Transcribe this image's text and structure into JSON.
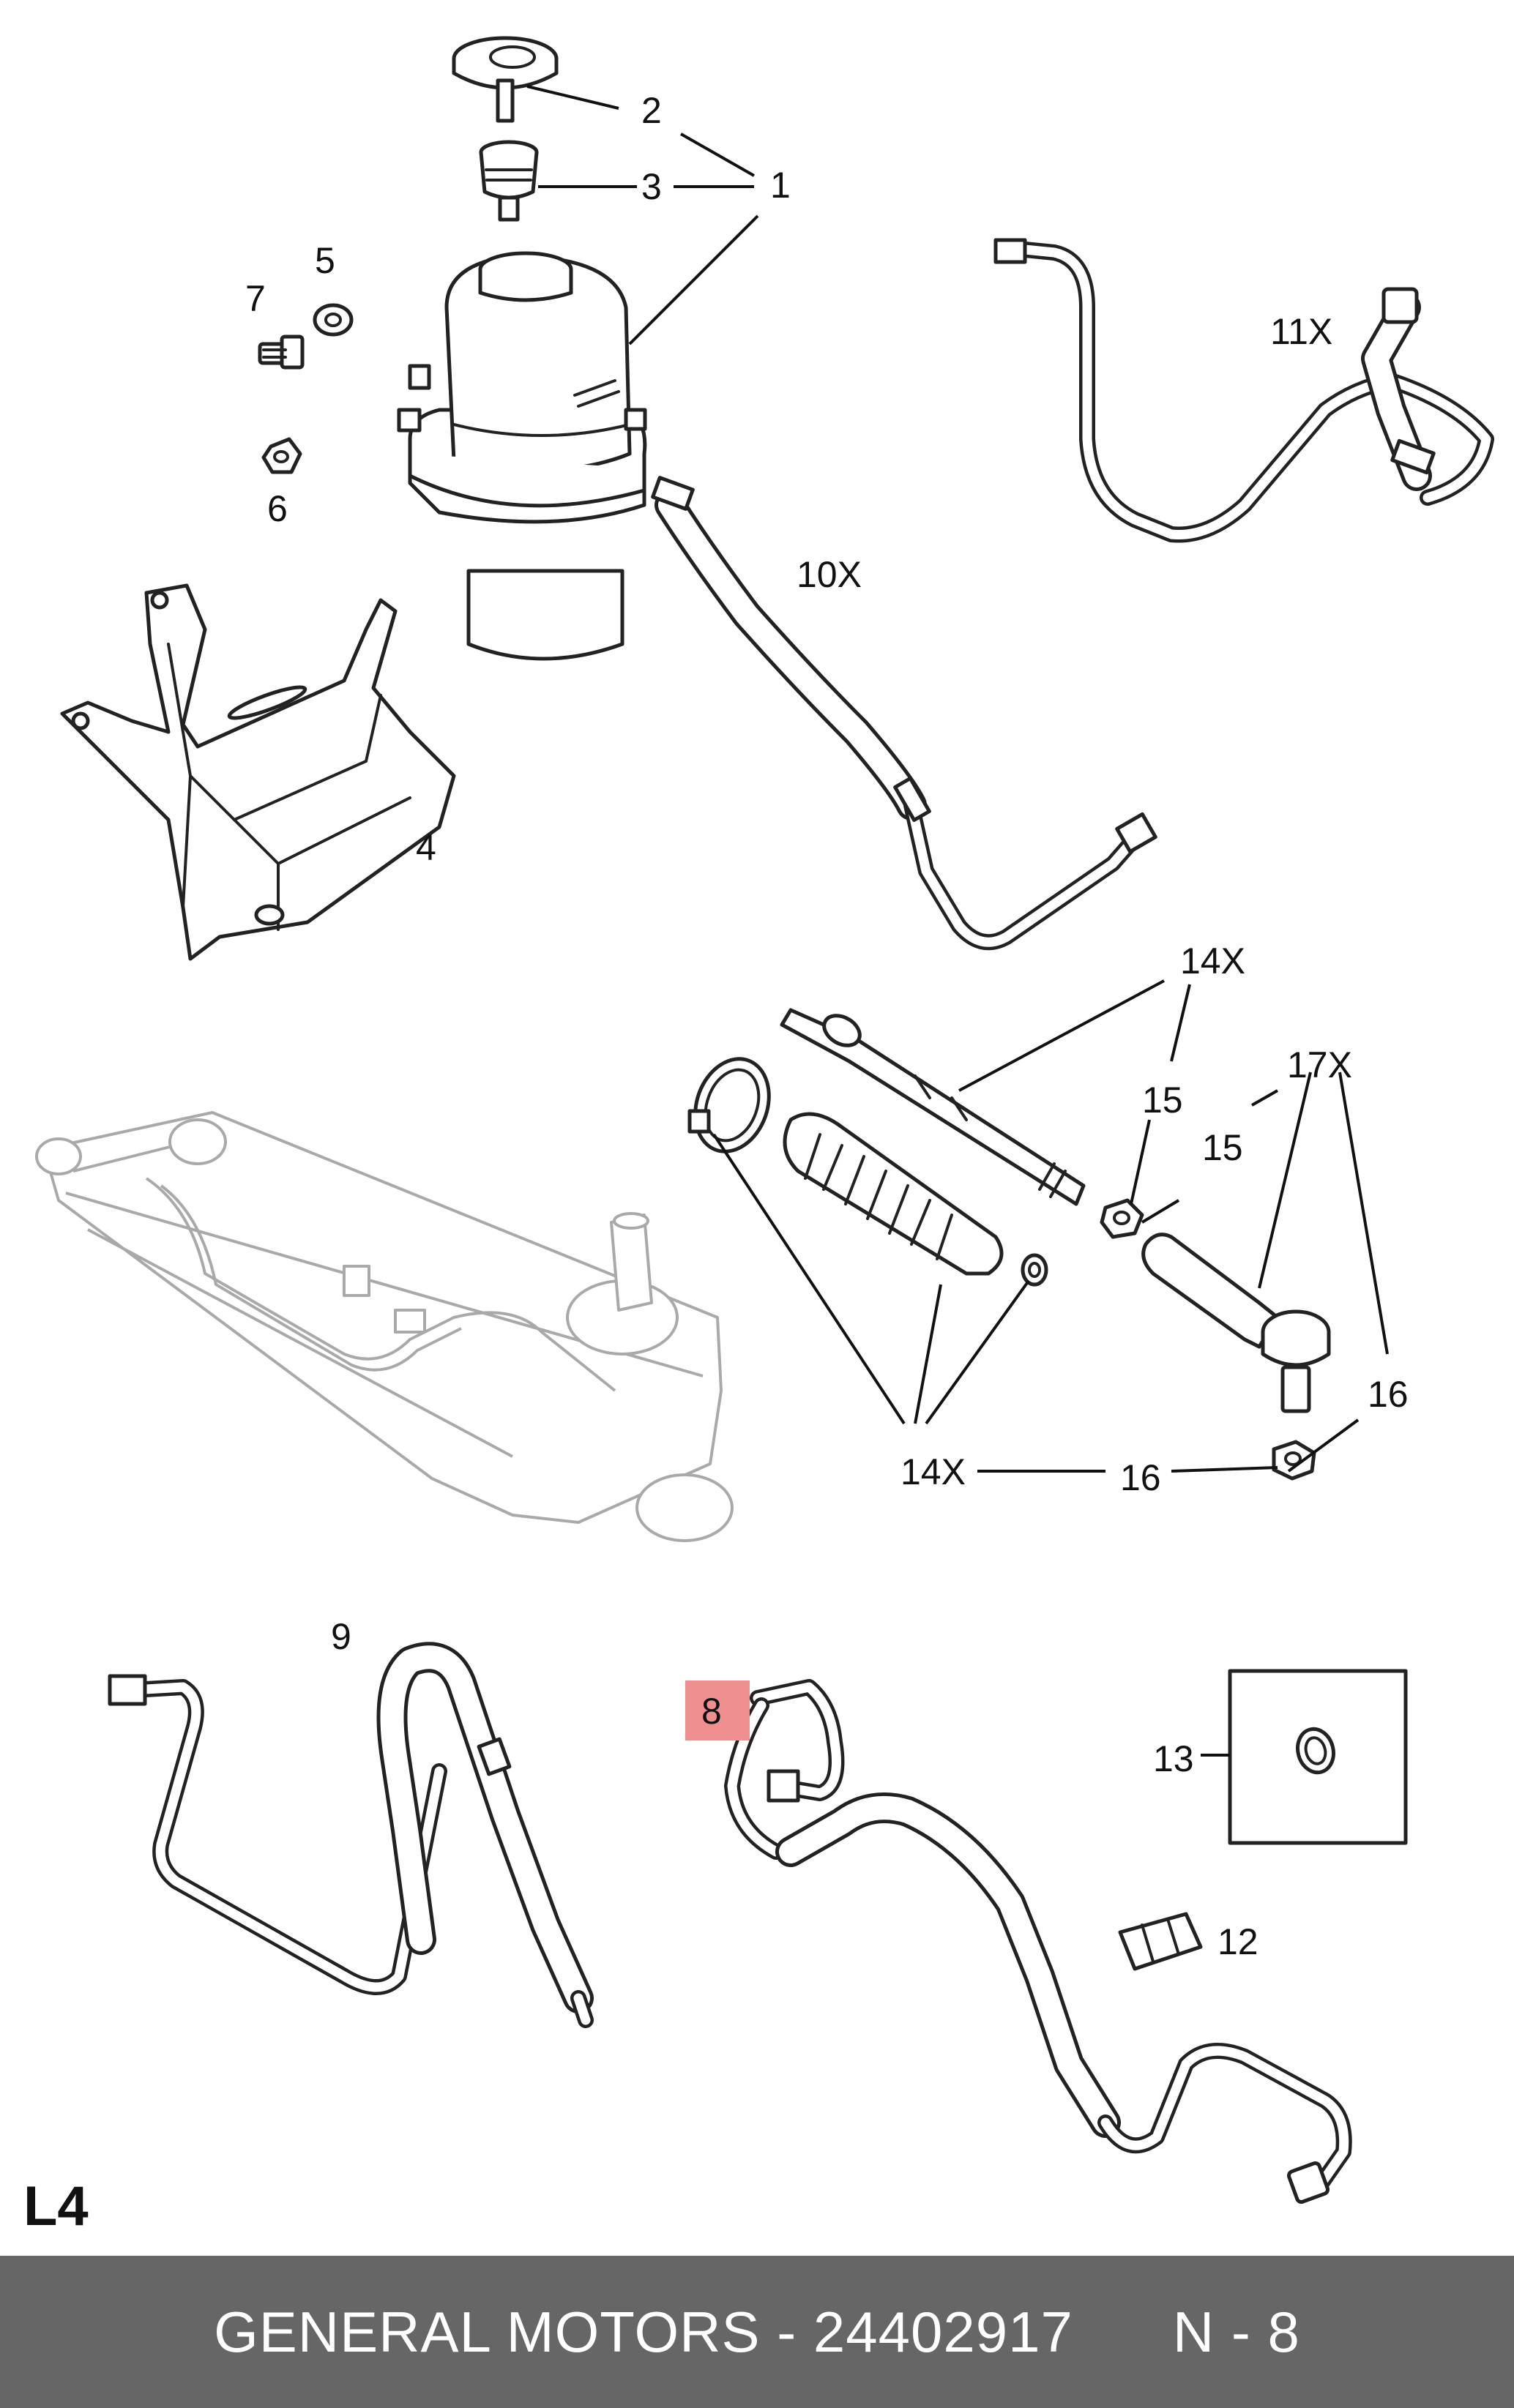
{
  "diagram": {
    "section": "L4",
    "highlight_color": "#ef8f8f",
    "callouts": {
      "c1": "1",
      "c2": "2",
      "c3": "3",
      "c4": "4",
      "c5": "5",
      "c6": "6",
      "c7": "7",
      "c8": "8",
      "c9": "9",
      "c10": "10X",
      "c11": "11X",
      "c12": "12",
      "c13": "13",
      "c14a": "14X",
      "c14b": "14X",
      "c15a": "15",
      "c15b": "15",
      "c16a": "16",
      "c16b": "16",
      "c17": "17X"
    }
  },
  "footer": {
    "text": "GENERAL MOTORS - 24402917      N - 8",
    "background": "#666666"
  }
}
